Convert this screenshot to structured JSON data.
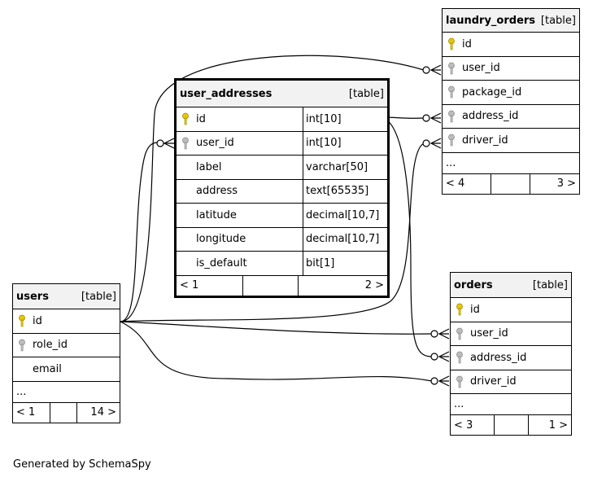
{
  "tables": {
    "laundry_orders": {
      "name": "laundry_orders",
      "kind": "[table]",
      "columns": [
        {
          "name": "id",
          "key": "pk"
        },
        {
          "name": "user_id",
          "key": "fk"
        },
        {
          "name": "package_id",
          "key": "fk"
        },
        {
          "name": "address_id",
          "key": "fk"
        },
        {
          "name": "driver_id",
          "key": "fk"
        }
      ],
      "more": "...",
      "parents": "< 4",
      "children": "3 >"
    },
    "user_addresses": {
      "name": "user_addresses",
      "kind": "[table]",
      "columns": [
        {
          "name": "id",
          "key": "pk",
          "type": "int[10]"
        },
        {
          "name": "user_id",
          "key": "fk",
          "type": "int[10]"
        },
        {
          "name": "label",
          "key": "",
          "type": "varchar[50]"
        },
        {
          "name": "address",
          "key": "",
          "type": "text[65535]"
        },
        {
          "name": "latitude",
          "key": "",
          "type": "decimal[10,7]"
        },
        {
          "name": "longitude",
          "key": "",
          "type": "decimal[10,7]"
        },
        {
          "name": "is_default",
          "key": "",
          "type": "bit[1]"
        }
      ],
      "parents": "< 1",
      "children": "2 >"
    },
    "users": {
      "name": "users",
      "kind": "[table]",
      "columns": [
        {
          "name": "id",
          "key": "pk"
        },
        {
          "name": "role_id",
          "key": "fk"
        },
        {
          "name": "email",
          "key": ""
        }
      ],
      "more": "...",
      "parents": "< 1",
      "children": "14 >"
    },
    "orders": {
      "name": "orders",
      "kind": "[table]",
      "columns": [
        {
          "name": "id",
          "key": "pk"
        },
        {
          "name": "user_id",
          "key": "fk"
        },
        {
          "name": "address_id",
          "key": "fk"
        },
        {
          "name": "driver_id",
          "key": "fk"
        }
      ],
      "more": "...",
      "parents": "< 3",
      "children": "1 >"
    }
  },
  "relationships": [
    {
      "from": "users.id",
      "to": "laundry_orders.user_id"
    },
    {
      "from": "users.id",
      "to": "user_addresses.user_id"
    },
    {
      "from": "users.id",
      "to": "laundry_orders.driver_id"
    },
    {
      "from": "users.id",
      "to": "orders.user_id"
    },
    {
      "from": "users.id",
      "to": "orders.driver_id"
    },
    {
      "from": "user_addresses.id",
      "to": "laundry_orders.address_id"
    },
    {
      "from": "user_addresses.id",
      "to": "orders.address_id"
    }
  ],
  "colors": {
    "pk_key": "#e6c800",
    "fk_key": "#a8a8a8",
    "header_bg": "#f2f2f2",
    "line": "#000000"
  },
  "footer": {
    "generated": "Generated by SchemaSpy"
  }
}
